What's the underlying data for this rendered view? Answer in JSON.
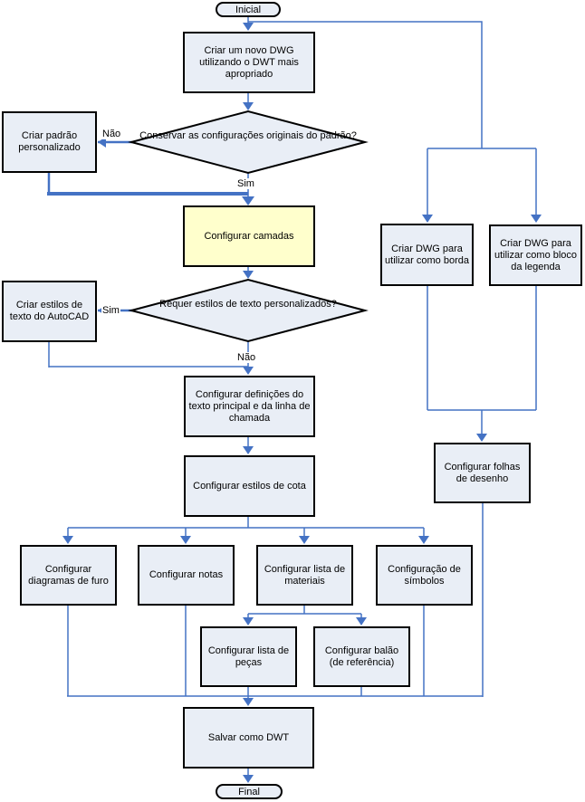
{
  "flowchart": {
    "start_label": "Inicial",
    "end_label": "Final",
    "nodes": {
      "novo_dwg": "Criar um novo DWG utilizando o DWT mais apropriado",
      "padrao_personalizado": "Criar padrão personalizado",
      "camadas": "Configurar camadas",
      "dwg_borda": "Criar DWG para utilizar como borda",
      "dwg_legenda": "Criar DWG para utilizar como bloco da legenda",
      "estilos_texto": "Criar estilos de texto do AutoCAD",
      "definicoes_texto": "Configurar definições do texto principal e da linha de chamada",
      "estilos_cota": "Configurar estilos de cota",
      "folhas_desenho": "Configurar folhas de desenho",
      "diagramas_furo": "Configurar diagramas de furo",
      "notas": "Configurar notas",
      "lista_materiais": "Configurar lista de materiais",
      "simbolos": "Configuração de símbolos",
      "lista_pecas": "Configurar lista de peças",
      "balao": "Configurar balão (de referência)",
      "salvar_dwt": "Salvar como DWT"
    },
    "decisions": {
      "conservar": "Conservar as configurações originais do padrão?",
      "requer_estilos": "Requer estilos de texto personalizados?"
    },
    "edge_labels": {
      "nao1": "Não",
      "sim1": "Sim",
      "sim2": "Sim",
      "nao2": "Não"
    },
    "colors": {
      "node_fill": "#E9EEF6",
      "highlight_fill": "#FFFFCC",
      "border": "#000000",
      "connector": "#4472C4",
      "background": "#FFFFFF"
    }
  }
}
